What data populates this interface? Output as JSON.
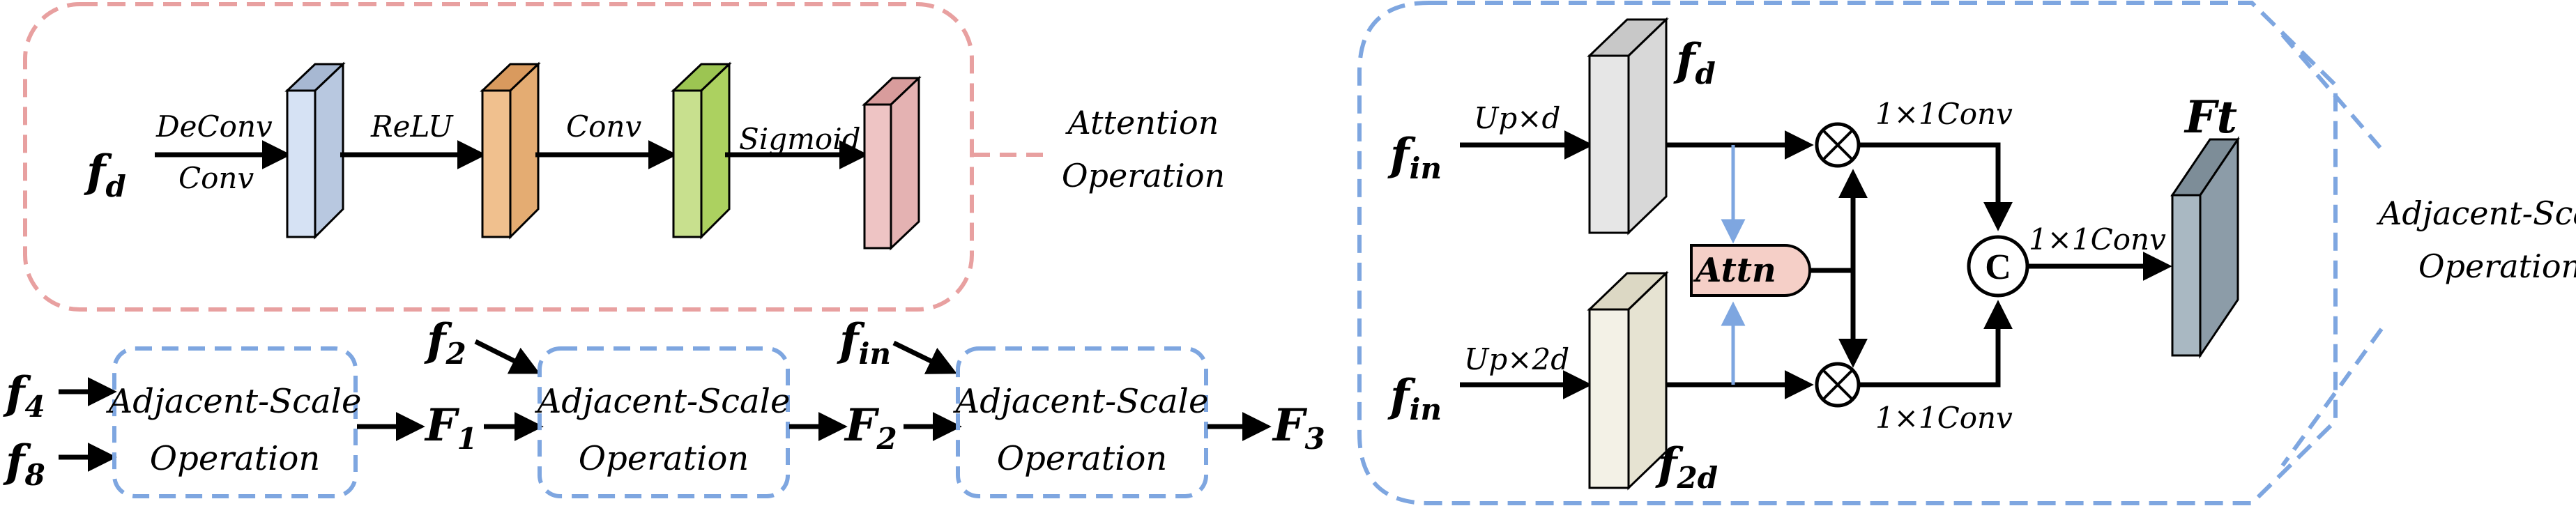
{
  "attention": {
    "input": "f",
    "input_sub": "d",
    "labels": [
      "DeConv",
      "Conv",
      "ReLU",
      "Conv",
      "Sigmoid"
    ],
    "caption": [
      "Attention",
      "Operation"
    ]
  },
  "chain": {
    "inputs": [
      {
        "base": "f",
        "sub": "4"
      },
      {
        "base": "f",
        "sub": "8"
      },
      {
        "base": "f",
        "sub": "2"
      },
      {
        "base": "f",
        "sub": "in"
      }
    ],
    "box_label": [
      "Adjacent-Scale",
      "Operation"
    ],
    "outputs": [
      {
        "base": "F",
        "sub": "1"
      },
      {
        "base": "F",
        "sub": "2"
      },
      {
        "base": "F",
        "sub": "3"
      }
    ]
  },
  "adjacent": {
    "in_top": {
      "base": "f",
      "sub": "in"
    },
    "in_bottom": {
      "base": "f",
      "sub": "in"
    },
    "up_top": "Up×d",
    "up_bottom": "Up×2d",
    "fd": {
      "base": "f",
      "sub": "d"
    },
    "f2d": {
      "base": "f",
      "sub": "2d"
    },
    "attn": "Attn",
    "conv_top": "1×1Conv",
    "conv_bottom": "1×1Conv",
    "conv_out": "1×1Conv",
    "concat": "C",
    "output": "Ft",
    "caption": [
      "Adjacent-Scale",
      "Operation"
    ]
  },
  "colors": {
    "red_dash": "#e8a0a0",
    "blue_dash": "#7ea6e0",
    "blue_block": "#d6e2f4",
    "orange_block": "#f0c08e",
    "green_block": "#c8e08e",
    "pink_block": "#eec4c4",
    "gray_block": "#e6e6e6",
    "cream_block": "#f3f1e6",
    "output_block": "#a9b8c2",
    "attn_fill": "#f5cfc7"
  }
}
